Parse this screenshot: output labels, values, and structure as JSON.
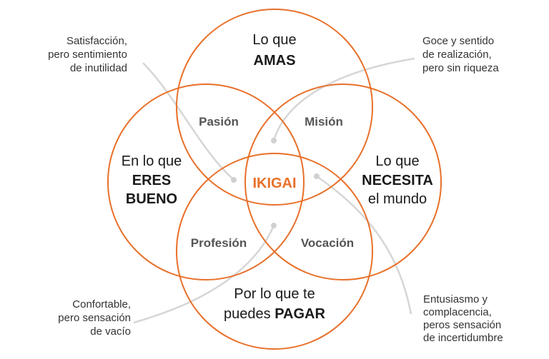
{
  "colors": {
    "accent": "#e8702a",
    "connector": "#d4d4d4",
    "text": "#1a1a1a"
  },
  "circles": {
    "top": {
      "line1": "Lo que",
      "line2": "AMAS"
    },
    "left": {
      "line1": "En lo que",
      "line2": "ERES",
      "line3": "BUENO"
    },
    "right": {
      "line1": "Lo que",
      "line2": "NECESITA",
      "line3": "el mundo"
    },
    "bottom": {
      "line1": "Por lo que te",
      "line2a": "puedes ",
      "line2b": "PAGAR"
    }
  },
  "intersections": {
    "passion": "Pasión",
    "mission": "Misión",
    "profession": "Profesión",
    "vocation": "Vocación",
    "center": "IKIGAI"
  },
  "notes": {
    "top_left": [
      "Satisfacción,",
      "pero sentimiento",
      "de inutilidad"
    ],
    "top_right": [
      "Goce y sentido",
      "de realización,",
      "pero sin riqueza"
    ],
    "bottom_left": [
      "Confortable,",
      "pero sensación",
      "de vacío"
    ],
    "bottom_right": [
      "Entusiasmo y",
      "complacencia,",
      "peros sensación",
      "de incertidumbre"
    ]
  }
}
